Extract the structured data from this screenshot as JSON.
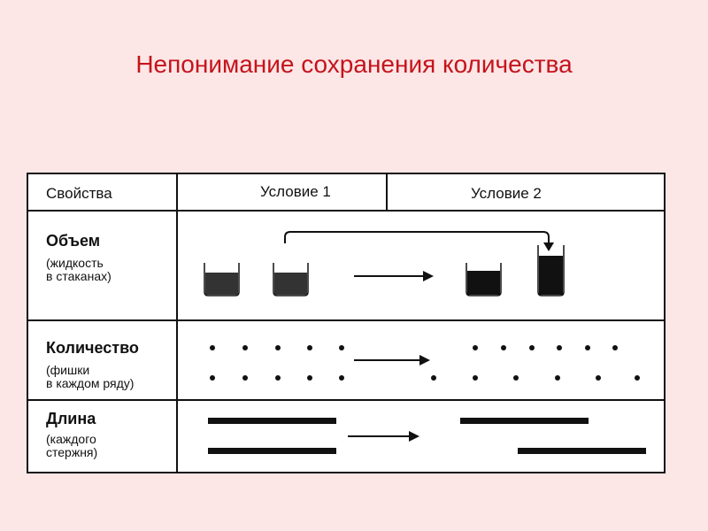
{
  "title": "Непонимание сохранения количества",
  "table": {
    "headers": [
      "Свойства",
      "Условие 1",
      "Условие 2"
    ],
    "rows": [
      {
        "name": "Объем",
        "note1": "(жидкость",
        "note2": "в стаканах)"
      },
      {
        "name": "Количество",
        "note1": "(фишки",
        "note2": "в каждом ряду)"
      },
      {
        "name": "Длина",
        "note1": "(каждого",
        "note2": "стержня)"
      }
    ]
  }
}
